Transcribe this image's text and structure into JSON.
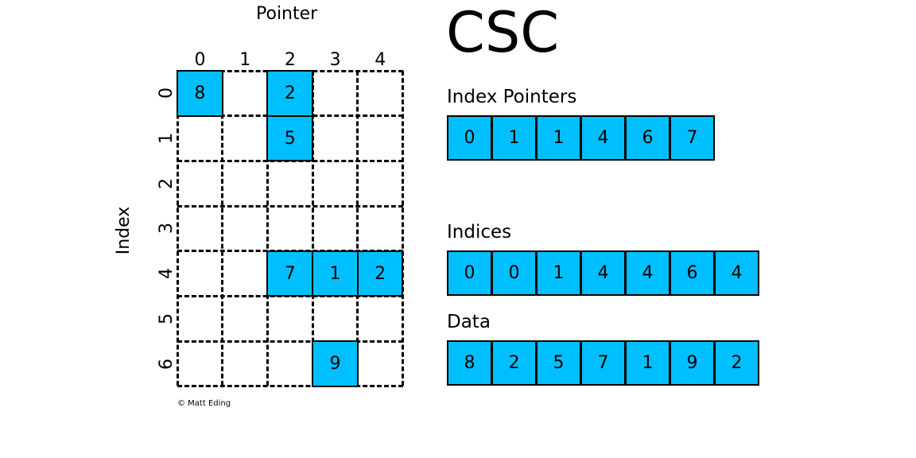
{
  "title": "CSC",
  "matrix": {
    "column_axis_label": "Pointer",
    "row_axis_label": "Index",
    "column_labels": [
      "0",
      "1",
      "2",
      "3",
      "4"
    ],
    "row_labels": [
      "0",
      "1",
      "2",
      "3",
      "4",
      "5",
      "6"
    ],
    "nonzero_cells": [
      {
        "row": 0,
        "col": 0,
        "value": "8"
      },
      {
        "row": 0,
        "col": 2,
        "value": "2"
      },
      {
        "row": 1,
        "col": 2,
        "value": "5"
      },
      {
        "row": 4,
        "col": 2,
        "value": "7"
      },
      {
        "row": 4,
        "col": 3,
        "value": "1"
      },
      {
        "row": 4,
        "col": 4,
        "value": "2"
      },
      {
        "row": 6,
        "col": 3,
        "value": "9"
      }
    ],
    "fill_color": "#00BFFF"
  },
  "arrays": {
    "index_pointers": {
      "label": "Index Pointers",
      "values": [
        "0",
        "1",
        "1",
        "4",
        "6",
        "7"
      ]
    },
    "indices": {
      "label": "Indices",
      "values": [
        "0",
        "0",
        "1",
        "4",
        "4",
        "6",
        "4"
      ]
    },
    "data": {
      "label": "Data",
      "values": [
        "8",
        "2",
        "5",
        "7",
        "1",
        "9",
        "2"
      ]
    }
  },
  "copyright": "© Matt Eding"
}
